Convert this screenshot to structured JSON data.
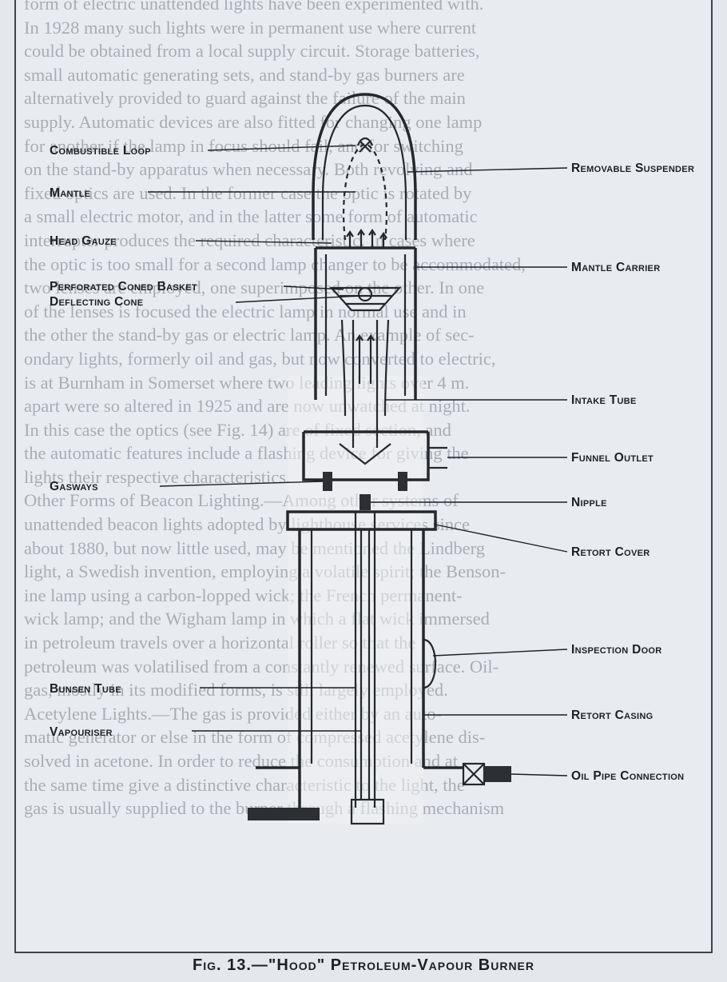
{
  "background_text": [
    "form of electric unattended lights have been experimented with.",
    "In 1928 many such lights were in permanent use where current",
    "could be obtained from a local supply circuit. Storage batteries,",
    "small automatic generating sets, and stand-by gas burners are",
    "alternatively provided to guard against the failure of the main",
    "supply. Automatic devices are also fitted for changing one lamp",
    "for another if the lamp in focus should fail, and for switching",
    "on the stand-by apparatus when necessary. Both revolving and",
    "fixed optics are used. In the former case the optic is rotated by",
    "a small electric motor, and in the latter some form of automatic",
    "interrupter produces the required characteristic. In cases where",
    "the optic is too small for a second lamp changer to be accommodated,",
    "two lenses are employed, one superimposed on the other. In one",
    "of the lenses is focused the electric lamp in normal use and in",
    "the other the stand-by gas or electric lamp. An example of sec-",
    "ondary lights, formerly oil and gas, but now converted to electric,",
    "is at Burnham in Somerset where two leading lights over 4 m.",
    "apart were so altered in 1925 and are now unwatched at night.",
    "In this case the optics (see Fig. 14) are of fixed section, and",
    "the automatic features include a flashing device for giving the",
    "lights their respective characteristics.",
    "Other Forms of Beacon Lighting.—Among other systems of",
    "unattended beacon lights adopted by lighthouse services since",
    "about 1880, but now little used, may be mentioned the Lindberg",
    "light, a Swedish invention, employing a volatile spirit; the Benson-",
    "ine lamp using a carbon-lopped wick; the French permanent-",
    "wick lamp; and the Wigham lamp in which a flat wick immersed",
    "in petroleum travels over a horizontal roller so that the",
    "petroleum was volatilised from a constantly renewed surface. Oil-",
    "gas, mostly in its modified forms, is still largely employed.",
    "Acetylene Lights.—The gas is provided either by an auto-",
    "matic generator or else in the form of compressed acetylene dis-",
    "solved in acetone. In order to reduce the consumption and at",
    "the same time give a distinctive characteristic to the light, the",
    "gas is usually supplied to the burner through a flashing mechanism"
  ],
  "labels": {
    "combustible_loop": "Combustible Loop",
    "mantle": "Mantle",
    "head_gauze": "Head Gauze",
    "perforated_coned_basket": "Perforated Coned Basket",
    "deflecting_cone": "Deflecting Cone",
    "gasways": "Gasways",
    "bunsen_tube": "Bunsen Tube",
    "vapouriser": "Vapouriser",
    "removable_suspender": "Removable Suspender",
    "mantle_carrier": "Mantle Carrier",
    "intake_tube": "Intake Tube",
    "funnel_outlet": "Funnel Outlet",
    "nipple": "Nipple",
    "retort_cover": "Retort Cover",
    "inspection_door": "Inspection Door",
    "retort_casing": "Retort Casing",
    "oil_pipe_connection": "Oil Pipe Connection"
  },
  "caption": "Fig. 13.—\"Hood\" Petroleum-Vapour Burner"
}
